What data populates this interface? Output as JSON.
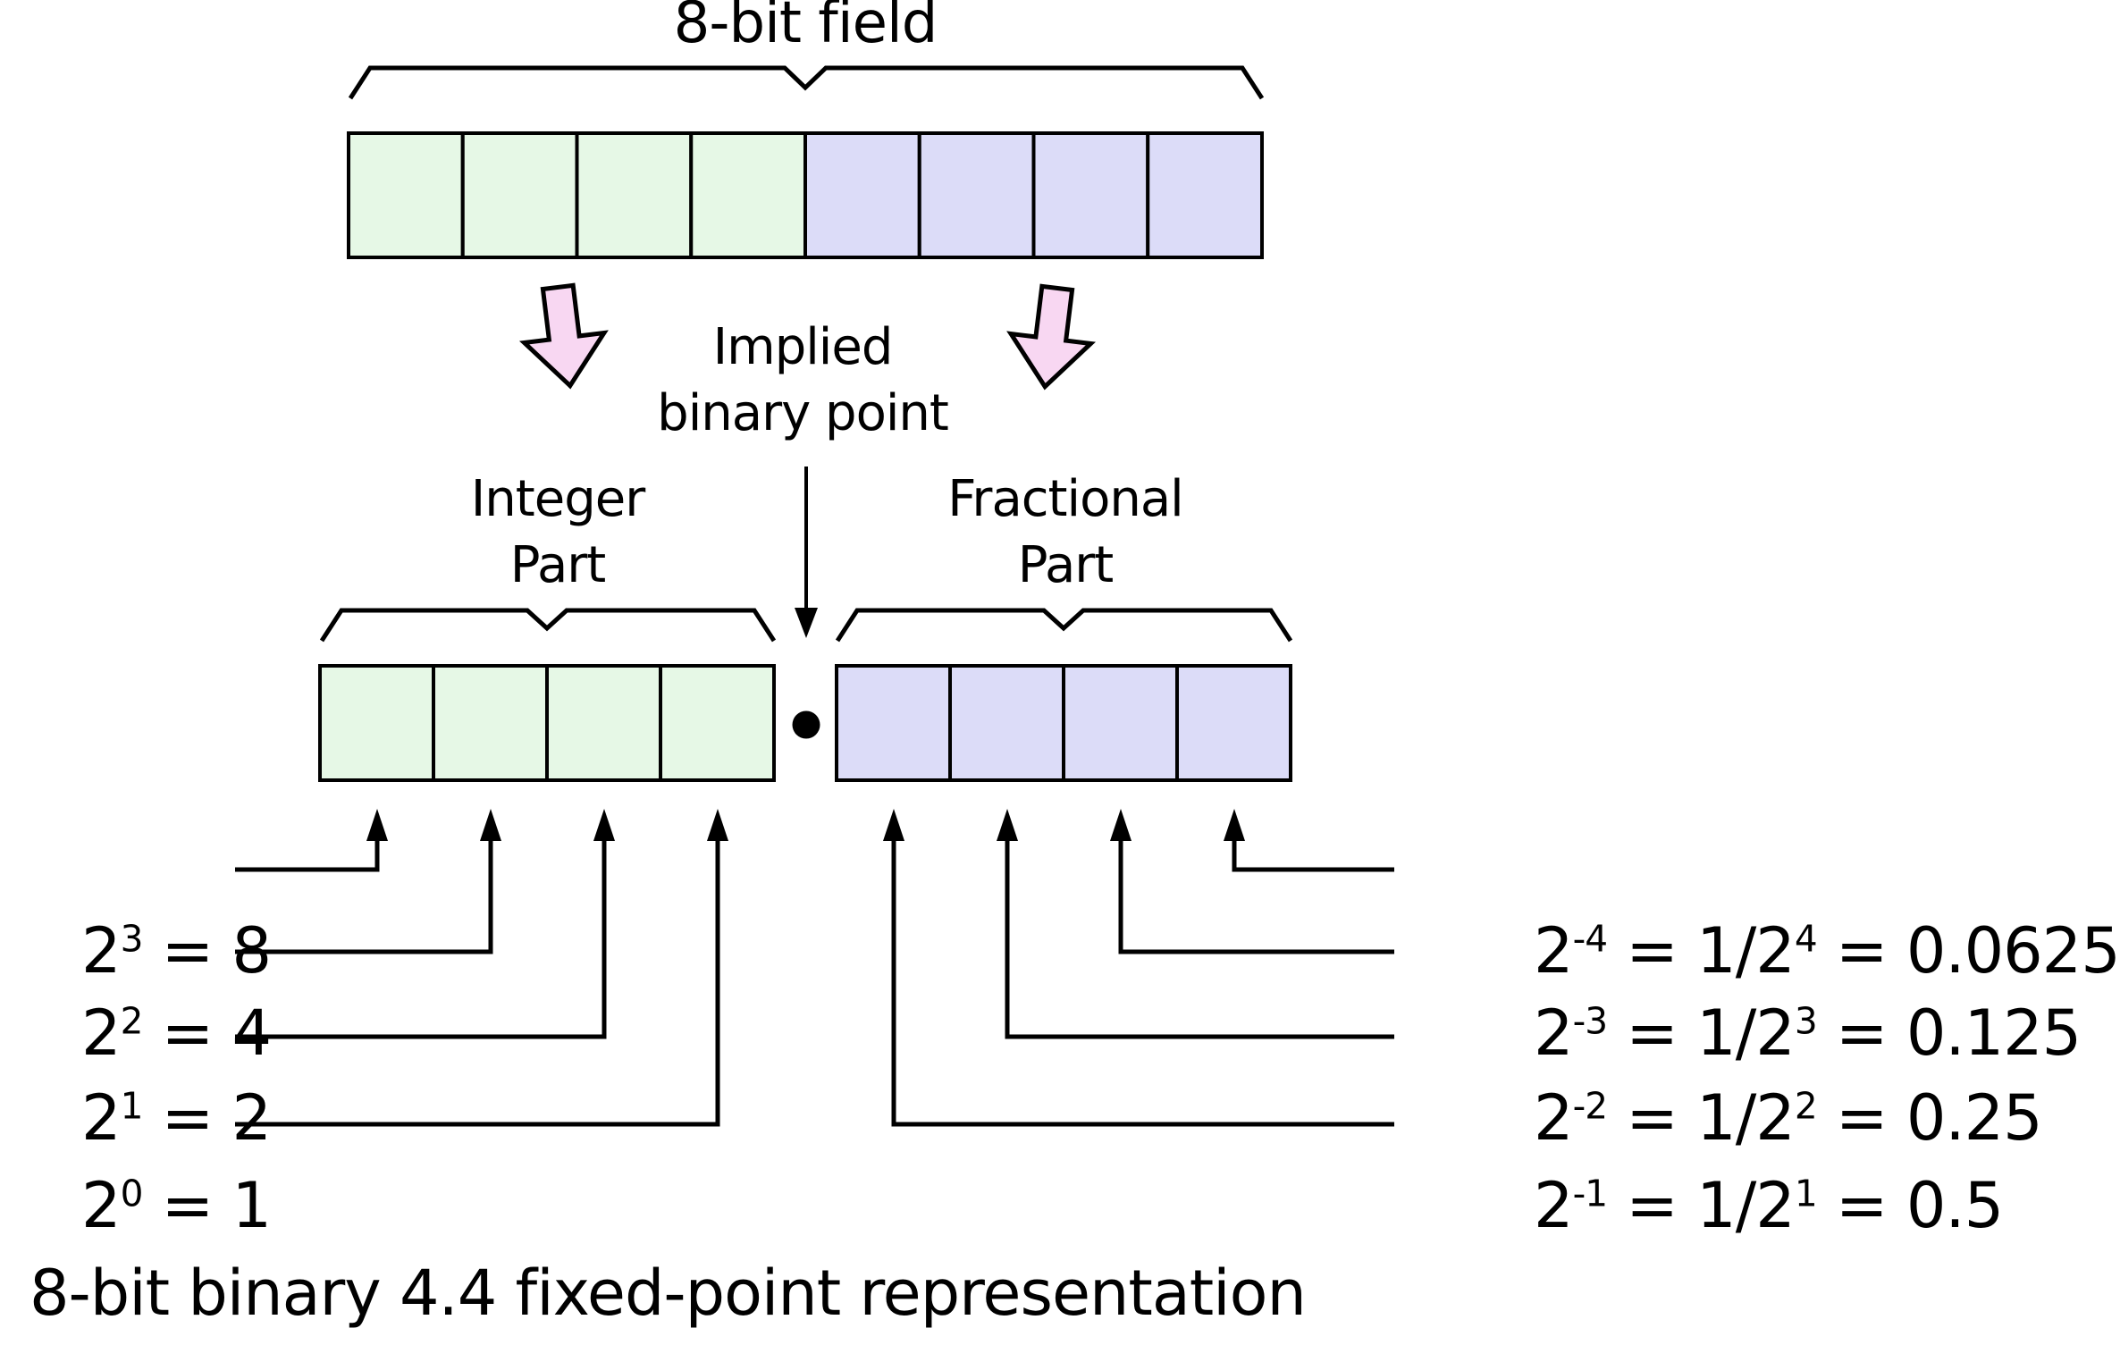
{
  "title": "8-bit binary 4.4 fixed-point representation",
  "top": {
    "field_label": "8-bit field"
  },
  "middle": {
    "implied_line1": "Implied",
    "implied_line2": "binary point",
    "integer_line1": "Integer",
    "integer_line2": "Part",
    "fractional_line1": "Fractional",
    "fractional_line2": "Part"
  },
  "bits": {
    "total_cells": 8,
    "integer_cells": 4,
    "fractional_cells": 4
  },
  "colors": {
    "integer_fill": "#e6f8e6",
    "fractional_fill": "#dcdcf8",
    "arrow_fill": "#f8d7f2",
    "outline": "#000000"
  },
  "left_labels": [
    {
      "base": "2",
      "exp": "3",
      "value": " = 8"
    },
    {
      "base": "2",
      "exp": "2",
      "value": " = 4"
    },
    {
      "base": "2",
      "exp": "1",
      "value": " = 2"
    },
    {
      "base": "2",
      "exp": "0",
      "value": " = 1"
    }
  ],
  "right_labels": [
    {
      "base": "2",
      "exp": "-4",
      "frac": " = 1/2",
      "frac_exp": "4",
      "value": " = 0.0625"
    },
    {
      "base": "2",
      "exp": "-3",
      "frac": " = 1/2",
      "frac_exp": "3",
      "value": " = 0.125"
    },
    {
      "base": "2",
      "exp": "-2",
      "frac": " = 1/2",
      "frac_exp": "2",
      "value": " = 0.25"
    },
    {
      "base": "2",
      "exp": "-1",
      "frac": " = 1/2",
      "frac_exp": "1",
      "value": " = 0.5"
    }
  ]
}
